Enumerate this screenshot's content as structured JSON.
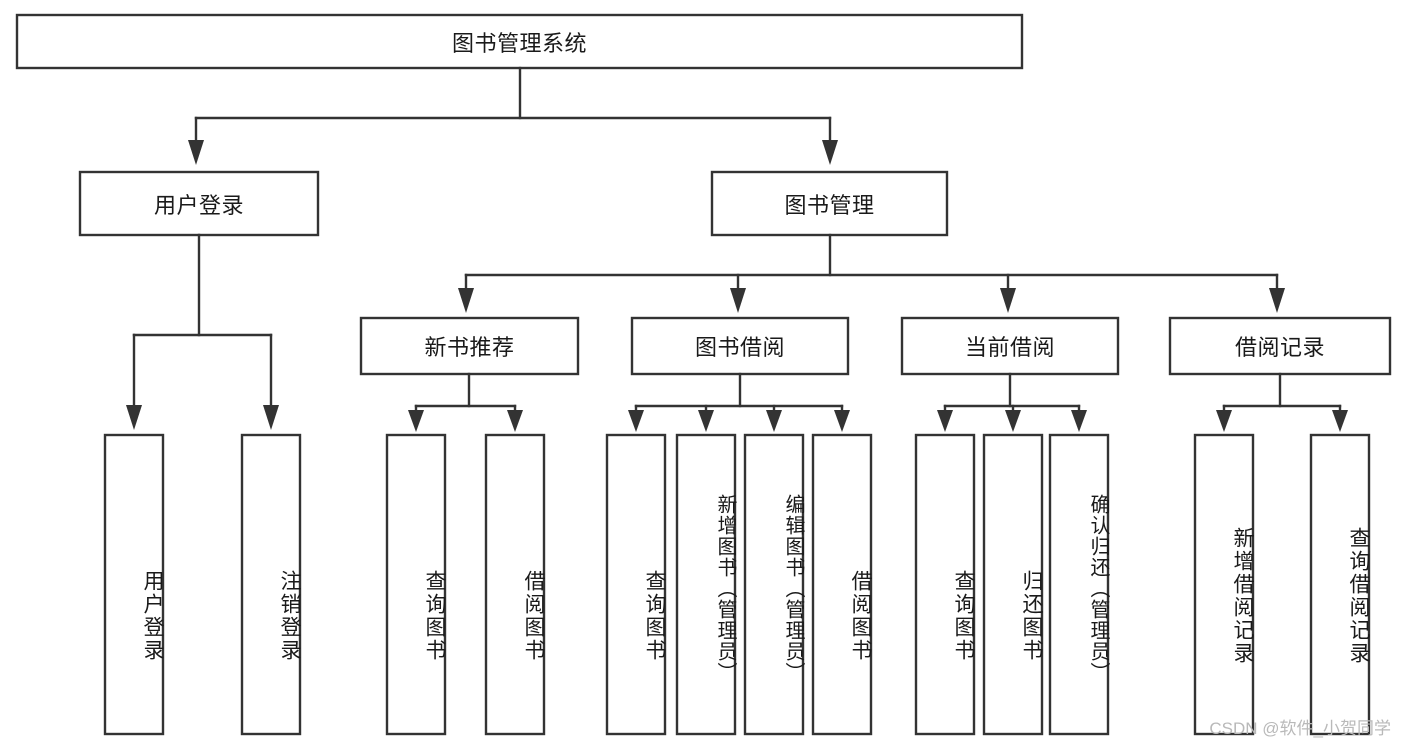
{
  "diagram": {
    "type": "hierarchy-tree",
    "title": "图书管理系统",
    "root": {
      "label": "图书管理系统"
    },
    "level1": [
      {
        "label": "用户登录"
      },
      {
        "label": "图书管理"
      }
    ],
    "level2": [
      {
        "label": "新书推荐",
        "parent": "图书管理"
      },
      {
        "label": "图书借阅",
        "parent": "图书管理"
      },
      {
        "label": "当前借阅",
        "parent": "图书管理"
      },
      {
        "label": "借阅记录",
        "parent": "图书管理"
      }
    ],
    "leaves": [
      {
        "label": "用户登录",
        "parent": "用户登录"
      },
      {
        "label": "注销登录",
        "parent": "用户登录"
      },
      {
        "label": "查询图书",
        "parent": "新书推荐"
      },
      {
        "label": "借阅图书",
        "parent": "新书推荐"
      },
      {
        "label": "查询图书",
        "parent": "图书借阅"
      },
      {
        "label": "新增图书（管理员）",
        "parent": "图书借阅"
      },
      {
        "label": "编辑图书（管理员）",
        "parent": "图书借阅"
      },
      {
        "label": "借阅图书",
        "parent": "图书借阅"
      },
      {
        "label": "查询图书",
        "parent": "当前借阅"
      },
      {
        "label": "归还图书",
        "parent": "当前借阅"
      },
      {
        "label": "确认归还（管理员）",
        "parent": "当前借阅"
      },
      {
        "label": "新增借阅记录",
        "parent": "借阅记录"
      },
      {
        "label": "查询借阅记录",
        "parent": "借阅记录"
      }
    ]
  },
  "watermark": {
    "text": "CSDN @软件_小贺同学"
  },
  "colors": {
    "stroke": "#333333",
    "box_fill": "#ffffff",
    "text": "#1a1a1a",
    "watermark": "#b9b9b9",
    "background": "#ffffff"
  }
}
